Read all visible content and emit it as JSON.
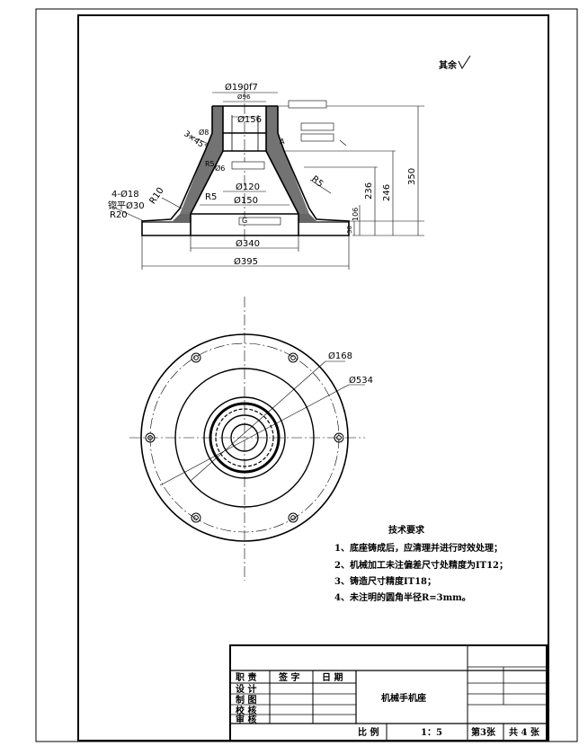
{
  "drawing": {
    "roughness_note": "其余",
    "front_view": {
      "diameters": {
        "top_outer": "Ø190f7",
        "top_inner_bore": "Ø96",
        "bore_top": "Ø156",
        "neck": "Ø120",
        "inner_base": "Ø150",
        "base": "Ø340",
        "flange": "Ø395"
      },
      "heights": [
        "350",
        "246",
        "236",
        "106",
        "30"
      ],
      "radii": [
        "R5",
        "R5",
        "R10",
        "R20"
      ],
      "chamfers": [
        "3×45°",
        "4-Ø18",
        "锪平Ø30"
      ],
      "misc": [
        "Ø6",
        "Ø8",
        "G",
        "R5",
        "A"
      ]
    },
    "plan_view": {
      "diameters": [
        "Ø168",
        "Ø534"
      ]
    },
    "tech_requirements": {
      "title": "技术要求",
      "items": [
        "1、底座铸成后，应清理并进行时效处理；",
        "2、机械加工未注偏差尺寸处精度为IT12；",
        "3、铸造尺寸精度IT18；",
        "4、未注明的圆角半径R=3mm。"
      ]
    },
    "title_block": {
      "col_headers": [
        "职 责",
        "签 字",
        "日 期"
      ],
      "roles": [
        "设 计",
        "制 图",
        "校 核",
        "审 核"
      ],
      "part_name": "机械手机座",
      "scale_label": "比 例",
      "scale_value": "1：5",
      "sheet_no": "第3张",
      "sheet_total": "共 4 张"
    }
  }
}
